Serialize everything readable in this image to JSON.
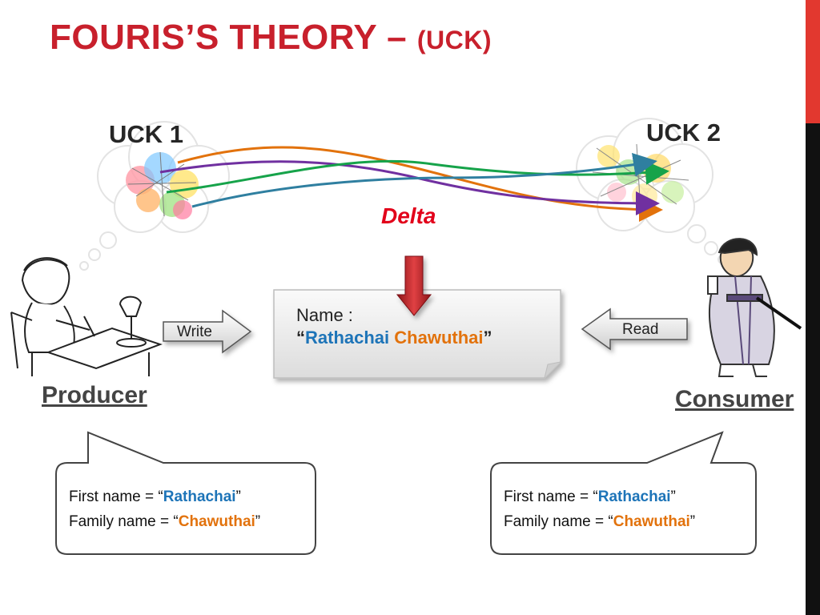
{
  "title": {
    "main": "FOURIS’S THEORY –",
    "sub": "(UCK)"
  },
  "uck": {
    "left": "UCK 1",
    "right": "UCK 2"
  },
  "delta": "Delta",
  "document": {
    "line1": "Name :",
    "open_quote": "“",
    "first": "Rathachai",
    "space": " ",
    "last": "Chawuthai",
    "close_quote": "”"
  },
  "arrows": {
    "write": "Write",
    "read": "Read"
  },
  "roles": {
    "producer": "Producer",
    "consumer": "Consumer"
  },
  "bubble_left": {
    "first_prefix": "First name = “",
    "first_value": "Rathachai",
    "first_suffix": "”",
    "family_prefix": "Family name = “",
    "family_value": "Chawuthai",
    "family_suffix": "”"
  },
  "bubble_right": {
    "first_prefix": "First name = “",
    "first_value": "Rathachai",
    "first_suffix": "”",
    "family_prefix": "Family name = “",
    "family_value": "Chawuthai",
    "family_suffix": "”"
  },
  "colors": {
    "title": "#c8202c",
    "delta": "#e2001a",
    "blue": "#1d74b8",
    "orange": "#e2720c",
    "purple": "#7030a0",
    "green": "#16a34a",
    "teal": "#2f7fa0",
    "accent_bar": "#e2382f"
  },
  "icons": [
    "thought-cloud-icon",
    "network-graph-icon",
    "producer-writer-figure",
    "consumer-samurai-figure",
    "down-arrow-icon"
  ]
}
